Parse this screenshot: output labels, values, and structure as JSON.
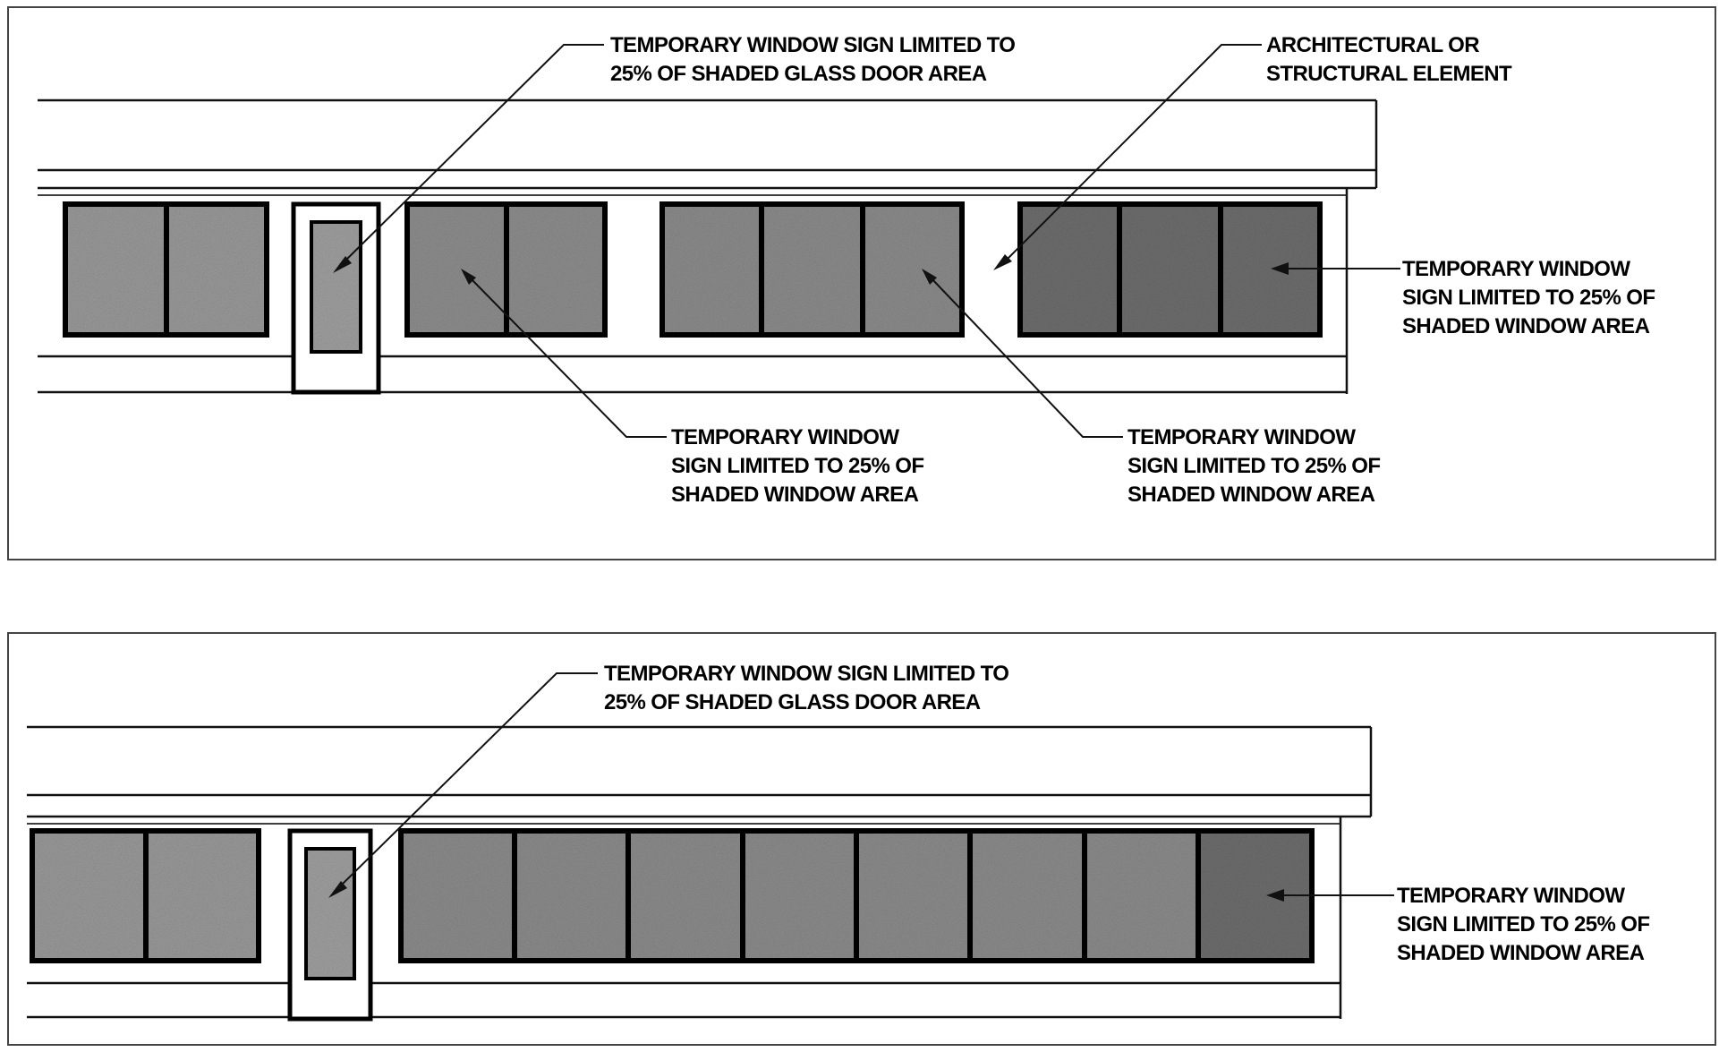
{
  "colors": {
    "glass_light": "#9c9c9c",
    "glass_mid": "#8a8a8a",
    "glass_dark": "#6c6c6c",
    "outline": "#000000",
    "background": "#ffffff"
  },
  "panels": [
    {
      "labels": {
        "door_line1": "TEMPORARY WINDOW SIGN LIMITED TO",
        "door_line2": "25% OF SHADED GLASS DOOR AREA",
        "element_line1": "ARCHITECTURAL OR",
        "element_line2": "STRUCTURAL ELEMENT",
        "right_line1": "TEMPORARY WINDOW",
        "right_line2": "SIGN LIMITED TO 25% OF",
        "right_line3": "SHADED WINDOW AREA",
        "bottom_a_line1": "TEMPORARY WINDOW",
        "bottom_a_line2": "SIGN LIMITED TO 25% OF",
        "bottom_a_line3": "SHADED WINDOW AREA",
        "bottom_b_line1": "TEMPORARY WINDOW",
        "bottom_b_line2": "SIGN LIMITED TO 25% OF",
        "bottom_b_line3": "SHADED WINDOW AREA"
      }
    },
    {
      "labels": {
        "door_line1": "TEMPORARY WINDOW SIGN LIMITED TO",
        "door_line2": "25% OF SHADED GLASS DOOR AREA",
        "right_line1": "TEMPORARY WINDOW",
        "right_line2": "SIGN LIMITED TO 25% OF",
        "right_line3": "SHADED WINDOW AREA"
      }
    }
  ]
}
